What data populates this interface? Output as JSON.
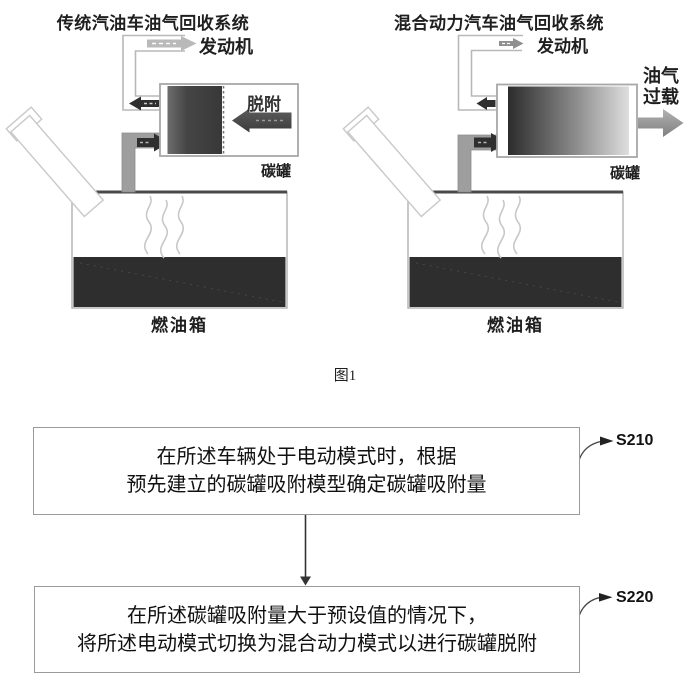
{
  "figure1": {
    "caption": "图1",
    "traditional": {
      "title": "传统汽油车油气回收系统",
      "engine_label": "发动机",
      "desorption_label": "脱附",
      "canister_label": "碳罐",
      "tank_label": "燃油箱"
    },
    "hybrid": {
      "title": "混合动力汽车油气回收系统",
      "engine_label": "发动机",
      "overload_line1": "油气",
      "overload_line2": "过载",
      "canister_label": "碳罐",
      "tank_label": "燃油箱"
    }
  },
  "flowchart": {
    "steps": [
      {
        "id": "S210",
        "line1": "在所述车辆处于电动模式时，根据",
        "line2": "预先建立的碳罐吸附模型确定碳罐吸附量"
      },
      {
        "id": "S220",
        "line1": "在所述碳罐吸附量大于预设值的情况下，",
        "line2": "将所述电动模式切换为混合动力模式以进行碳罐脱附"
      }
    ]
  },
  "colors": {
    "dark_arrow": "#2f2f2f",
    "light_arrow": "#b9b9b9",
    "medium_arrow": "#949494",
    "fuel_liquid": "#2e2e2e",
    "pipe_gray": "#9e9e9e",
    "canister_dark": "#3f3f3f",
    "canister_light": "#dedede",
    "outline_gray": "#a8a8a8"
  }
}
